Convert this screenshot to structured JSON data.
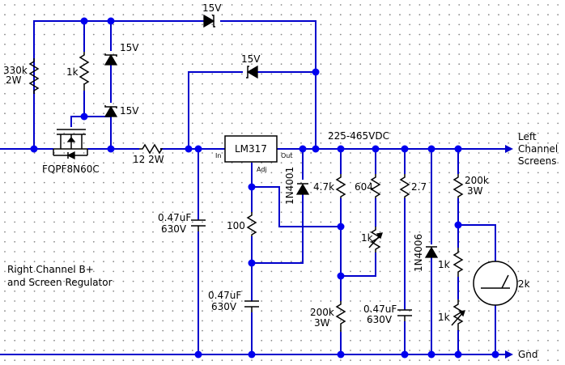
{
  "colors": {
    "wire": "#0000cc",
    "node": "#0000ee",
    "component": "#000000",
    "grid_dot": "#8a8a8a",
    "background": "#ffffff"
  },
  "labels": {
    "r_330k": [
      "330k",
      "2W"
    ],
    "r_1k_gate": "1k",
    "mosfet": "FQPF8N60C",
    "z1": "15V",
    "z2": "15V",
    "z3": "15V",
    "z4": "15V",
    "r_12": "12 2W",
    "ic_name": "LM317",
    "ic_in": "In",
    "ic_out": "Out",
    "ic_adj": "Adj",
    "voltage": "225-465VDC",
    "d_1n4001": "1N4001",
    "r_4_7k": "4.7k",
    "r_604": "604",
    "pot_1k": "1k",
    "r_2_7": "2.7",
    "d_1n4006": "1N4006",
    "r_200k_top": [
      "200k",
      "3W"
    ],
    "r_100": "100",
    "c1": [
      "0.47uF",
      "630V"
    ],
    "c2": [
      "0.47uF",
      "630V"
    ],
    "c3": [
      "0.47uF",
      "630V"
    ],
    "r_200k_bot": [
      "200k",
      "3W"
    ],
    "r_1k_meter": "1k",
    "pot_1k_meter": "1k",
    "meter": "2k",
    "left_out": [
      "Left",
      "Channel",
      "Screens"
    ],
    "gnd": "Gnd",
    "title": [
      "Right Channel B+",
      "and Screen Regulator"
    ]
  }
}
